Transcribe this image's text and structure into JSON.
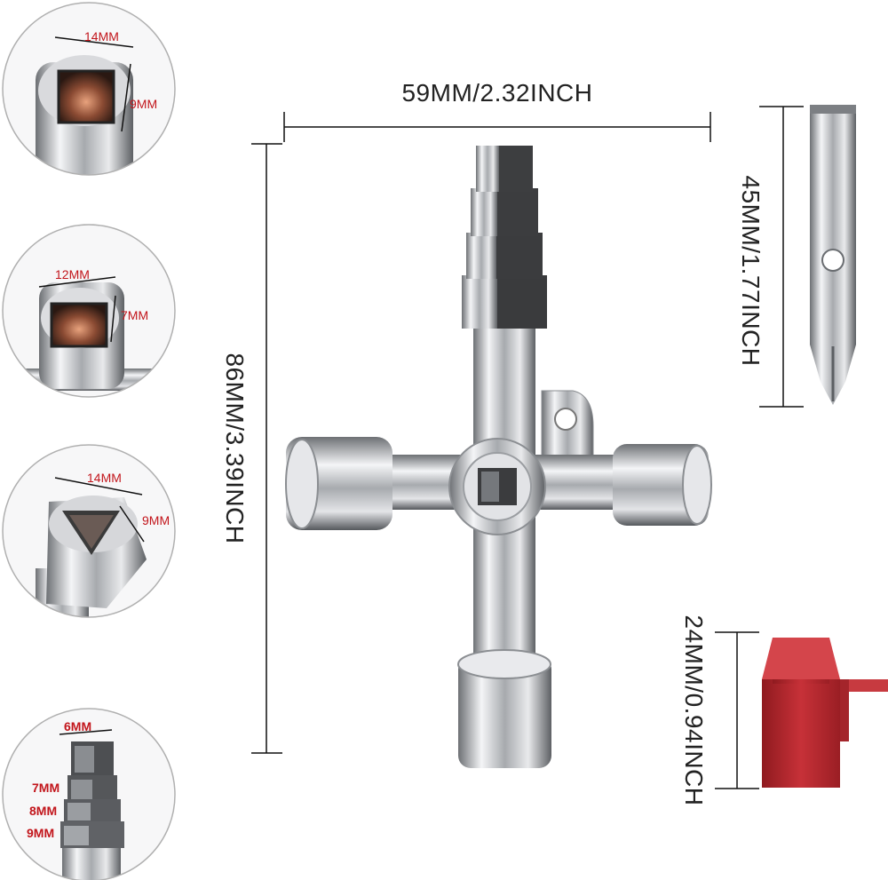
{
  "colors": {
    "dimension_text": "#222222",
    "callout_text": "#c2151b",
    "adapter": "#b72a30",
    "metal": "#c9cbcf"
  },
  "dimensions": {
    "width": "59MM/2.32INCH",
    "height": "86MM/3.39INCH",
    "bit_length": "45MM/1.77INCH",
    "adapter_height": "24MM/0.94INCH"
  },
  "callouts": [
    {
      "width": "14MM",
      "height": "9MM"
    },
    {
      "width": "12MM",
      "height": "7MM"
    },
    {
      "width": "14MM",
      "height": "9MM"
    },
    {
      "width": "6MM",
      "steps": [
        "7MM",
        "8MM",
        "9MM"
      ]
    }
  ]
}
